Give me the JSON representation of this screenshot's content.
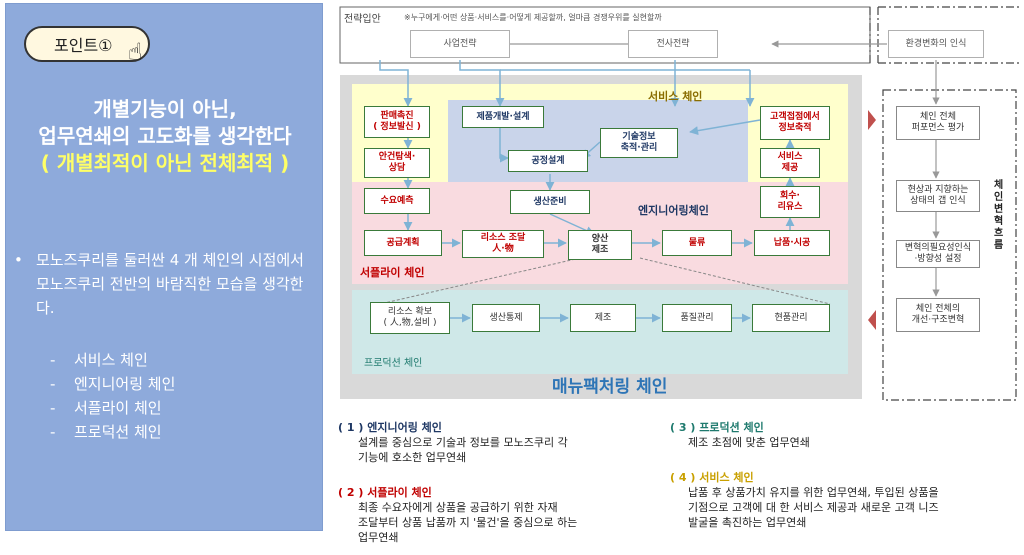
{
  "left_panel": {
    "point_badge": "포인트①",
    "headline_line1": "개별기능이 아닌,",
    "headline_line2": "업무연쇄의 고도화를 생각한다",
    "headline_line3": "( 개별최적이 아닌 전체최적 )",
    "bullet_text": "모노즈쿠리를 둘러싼 4 개 체인의 시점에서 모노즈쿠리 전반의 바람직한 모습을 생각한다.",
    "chains": [
      "서비스 체인",
      "엔지니어링 체인",
      "서플라이 체인",
      "프로덕션 체인"
    ],
    "colors": {
      "panel_bg": "#8eaadb",
      "headline": "#ffffff",
      "highlight": "#ffff66"
    },
    "icons": {
      "cursor": "hand-cursor-icon"
    }
  },
  "diagram": {
    "strategy_label": "전략입안",
    "strategy_note": "※누구에게·어떤 상품·서비스를·어떻게 제공할까, 얼마큼 경쟁우위를 실현할까",
    "business_strategy": "사업전략",
    "company_strategy": "전사전략",
    "env_change": "환경변화의 인식",
    "zone_service": "서비스 체인",
    "zone_engineering": "엔지니어링체인",
    "zone_supply": "서플라이 체인",
    "zone_production": "프로덕션 체인",
    "zone_manufacturing": "매뉴팩처링 체인",
    "sales": "판매촉진\n( 정보발신 )",
    "safety": "안건탐색·\n상담",
    "demand": "수요예측",
    "product_dev": "제품개발·설계",
    "tech_info": "기술정보\n축적·관리",
    "process_design": "공정설계",
    "prep": "생산준비",
    "customer_info": "고객접점에서\n정보축적",
    "service_provision": "서비스\n제공",
    "recovery": "회수·\n리유스",
    "supply_row": [
      "공급계획",
      "리소스 조달\n人·物",
      "양산\n제조",
      "물류",
      "납품·시공"
    ],
    "production_row": [
      "리소스 확보\n( 人,物,설비 )",
      "생산통제",
      "제조",
      "품질관리",
      "현품관리"
    ],
    "flow_steps": [
      "체인 전체\n퍼포먼스 평가",
      "현상과 지향하는\n상태의 갭 인식",
      "변혁의필요성인식\n·방향성 설정",
      "체인 전체의\n개선·구조변혁"
    ],
    "flow_label": "체인변혁 흐름",
    "colors": {
      "service_bg": "#ffffcc",
      "engineering_bg": "#c9d4ea",
      "supply_bg": "#f9dbe0",
      "production_bg": "#cfe8e8",
      "manufacturing_bg": "#d9d9d9",
      "arrow": "#7fb3d5",
      "chevron": "#c0504d"
    }
  },
  "legend": {
    "items": [
      {
        "num": "( 1 )",
        "title": "엔지니어링 체인",
        "color": "#1f3864",
        "desc": "설계를 중심으로 기술과 정보를 모노즈쿠리 각\n기능에 호소한 업무연쇄"
      },
      {
        "num": "( 2 )",
        "title": "서플라이 체인",
        "color": "#c00000",
        "desc": "최종 수요자에게 상품을 공급하기 위한 자재\n조달부터 상품 납품까 지 '물건'을 중심으로 하는\n업무연쇄"
      },
      {
        "num": "( 3 )",
        "title": "프로덕션 체인",
        "color": "#1f7a6e",
        "desc": "제조 초점에 맞춘 업무연쇄"
      },
      {
        "num": "( 4 )",
        "title": "서비스 체인",
        "color": "#c9a000",
        "desc": "납품 후 상품가치 유지를 위한 업무연쇄, 투입된 상품을\n기점으로 고객에 대 한 서비스 제공과 새로운 고객 니즈\n발굴을 촉진하는 업무연쇄"
      }
    ]
  }
}
